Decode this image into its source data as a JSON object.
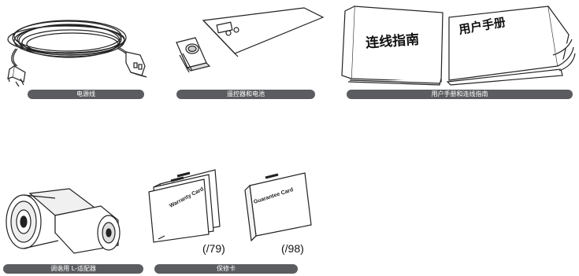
{
  "items": {
    "power_cord": {
      "label": "电源线"
    },
    "remote": {
      "label": "遥控器和电池"
    },
    "manuals": {
      "label": "用户手册和连线指南",
      "left_sheet_title": "连线指南",
      "right_sheet_title": "用户手册"
    },
    "adapter": {
      "label": "调谐用 L-适配器"
    },
    "warranty": {
      "label": "保修卡",
      "card1_text": "Warranty Card",
      "card1_model": "(/79)",
      "card2_text": "Guarantee Card",
      "card2_model": "(/98)"
    }
  },
  "colors": {
    "label_bar": "#5a5c5f",
    "label_text": "#ffffff",
    "line_art": "#222222"
  }
}
